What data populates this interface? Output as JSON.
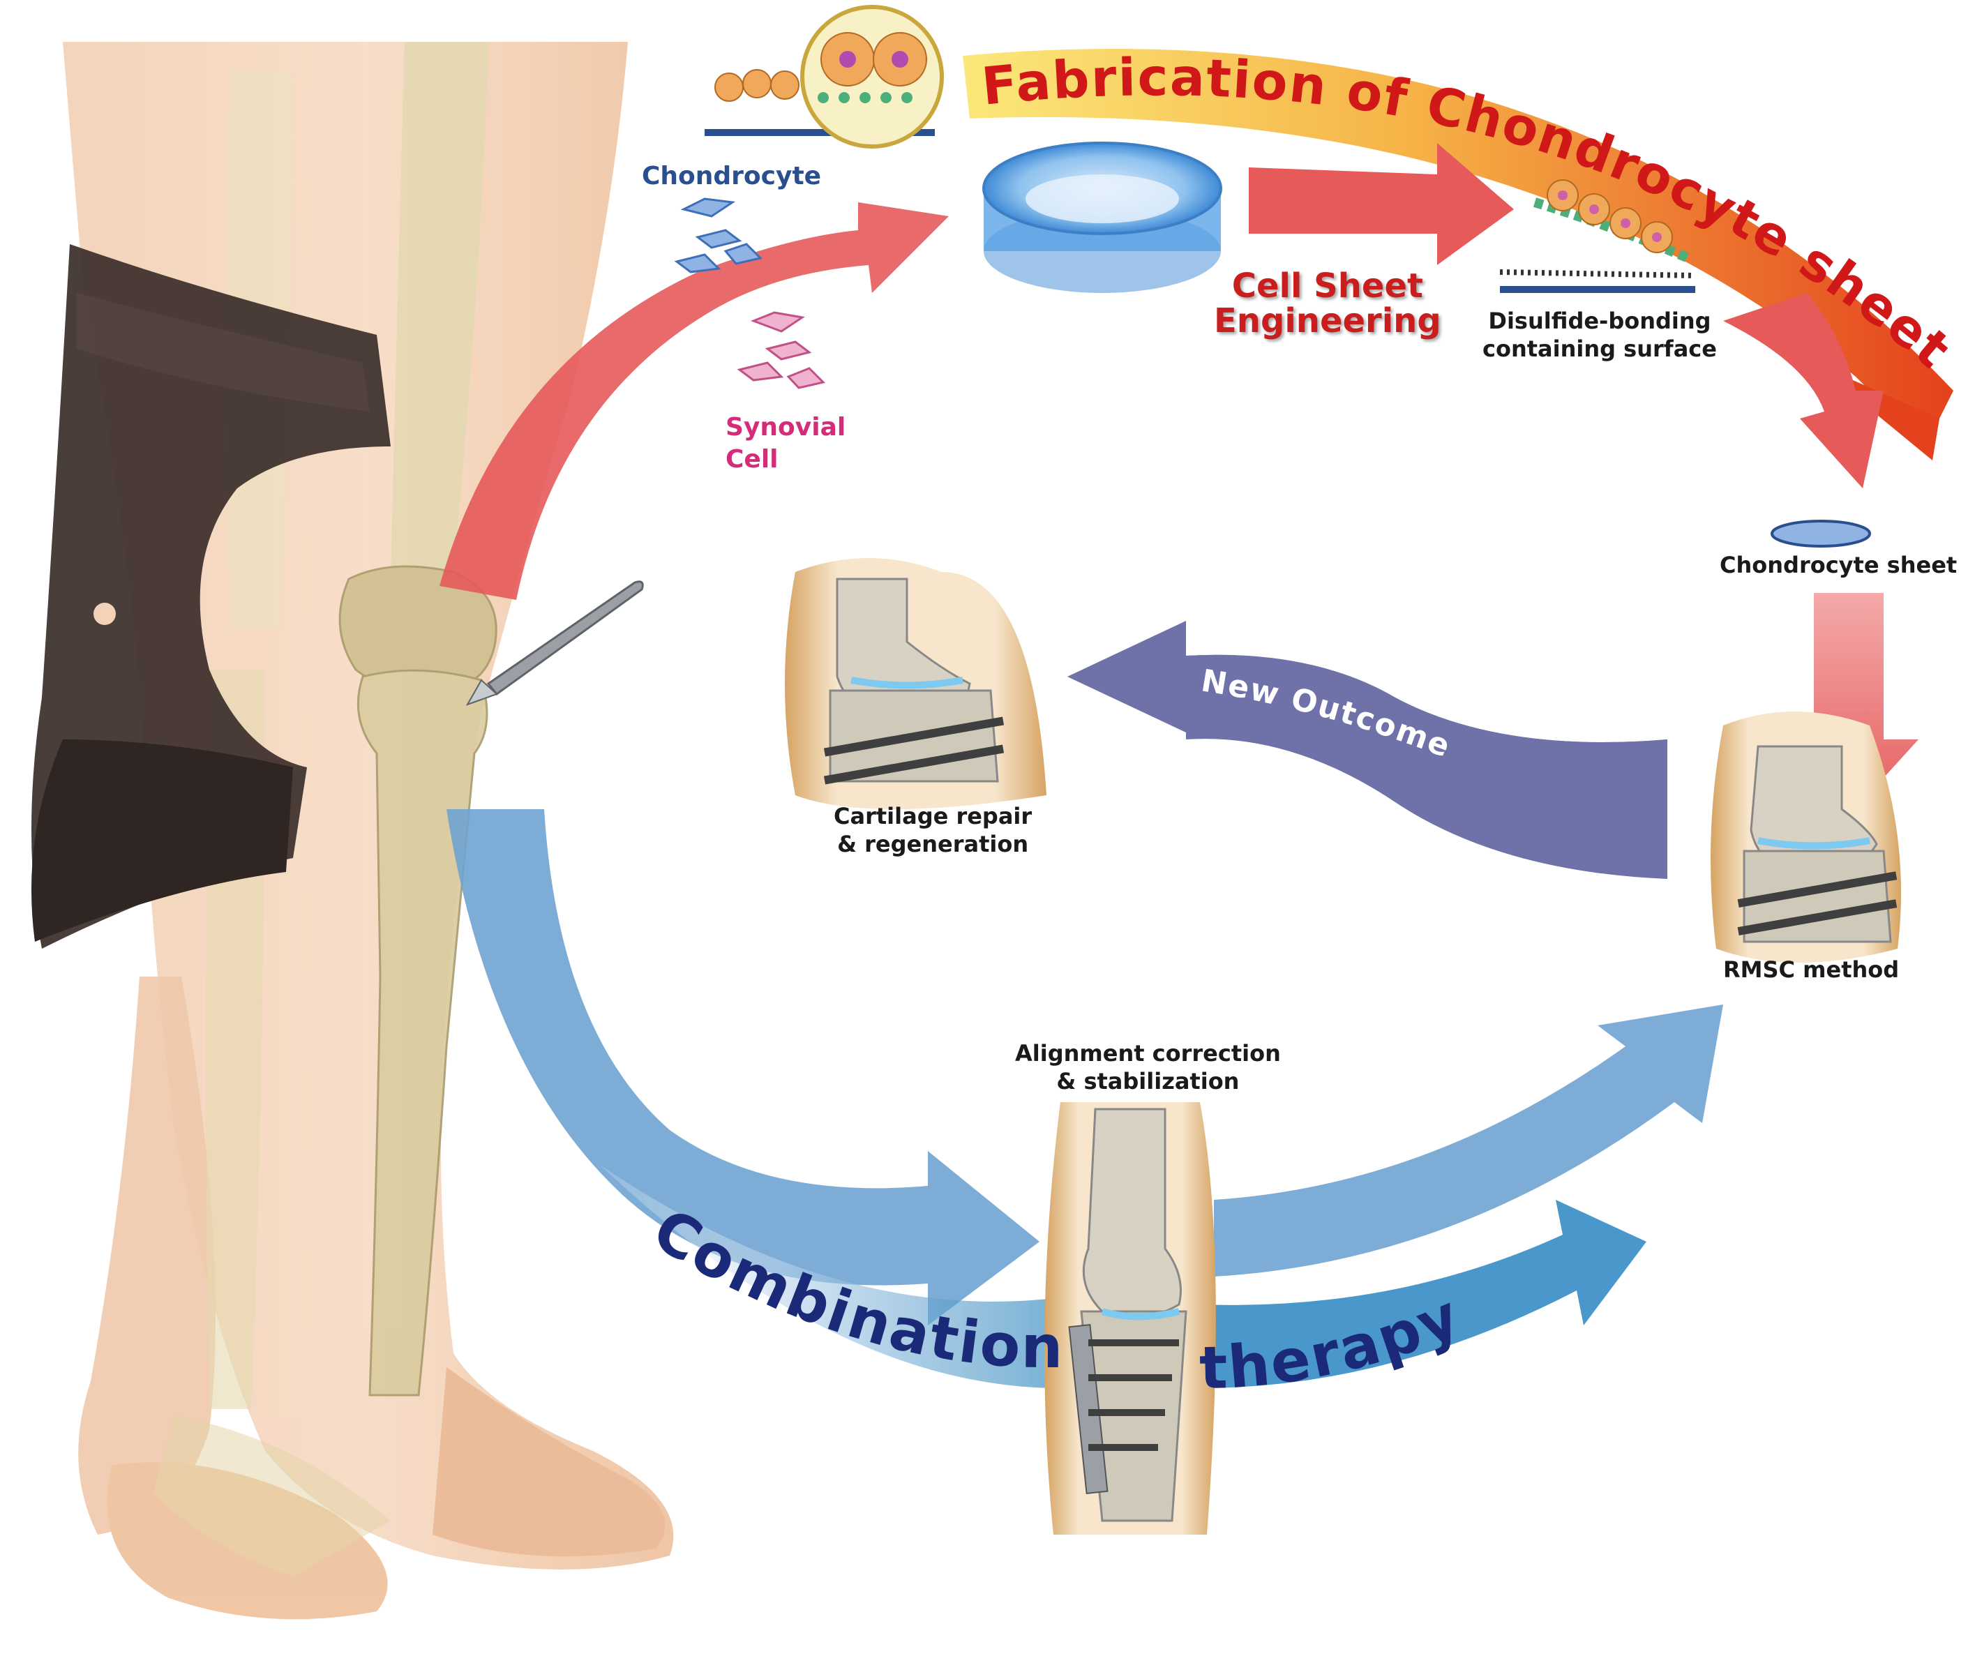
{
  "title_arc": {
    "text": "Fabrication of Chondrocyte sheet"
  },
  "bottom_arc": {
    "left_word": "Combination",
    "right_word": "therapy"
  },
  "arrow_label": {
    "text": "New Outcome"
  },
  "labels": {
    "chondrocyte": "Chondrocyte",
    "synovial_line1": "Synovial",
    "synovial_line2": "Cell",
    "cell_sheet_line1": "Cell Sheet",
    "cell_sheet_line2": "Engineering",
    "disulfide_line1": "Disulfide-bonding",
    "disulfide_line2": "containing surface",
    "chondrocyte_sheet": "Chondrocyte sheet",
    "rmsc": "RMSC method",
    "cartilage_line1": "Cartilage repair",
    "cartilage_line2": "& regeneration",
    "alignment_line1": "Alignment correction",
    "alignment_line2": "& stabilization"
  },
  "colors": {
    "red_arrow": "#e65a5a",
    "blue_arrow": "#6fa4d2",
    "purple_arrow": "#6e72a8",
    "title_red": "#d01818",
    "title_orange": "#f2a43c",
    "navy_text": "#1b2a78",
    "skin": "#f1c9a8",
    "bone": "#d8cba4",
    "brace": "#3b2e2a",
    "dish_blue": "#5aa3e6"
  }
}
